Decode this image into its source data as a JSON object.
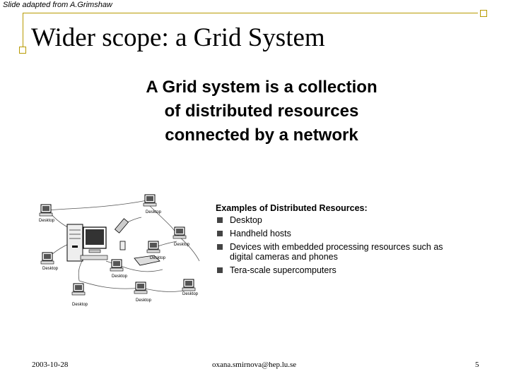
{
  "credit": "Slide adapted from A.Grimshaw",
  "title": "Wider scope: a Grid System",
  "body_lines": [
    "A Grid system is a collection",
    "of distributed resources",
    "connected by a network"
  ],
  "diagram": {
    "labels": [
      "Desktop",
      "Desktop",
      "Desktop",
      "Desktop",
      "Desktop",
      "Desktop",
      "Desktop",
      "Desktop",
      "Desktop"
    ]
  },
  "examples": {
    "title": "Examples of Distributed Resources:",
    "items": [
      "Desktop",
      "Handheld hosts",
      "Devices with embedded processing resources such as digital cameras and phones",
      "Tera-scale supercomputers"
    ]
  },
  "footer": {
    "date": "2003-10-28",
    "email": "oxana.smirnova@hep.lu.se",
    "page": "5"
  },
  "colors": {
    "accent": "#b79a00"
  }
}
